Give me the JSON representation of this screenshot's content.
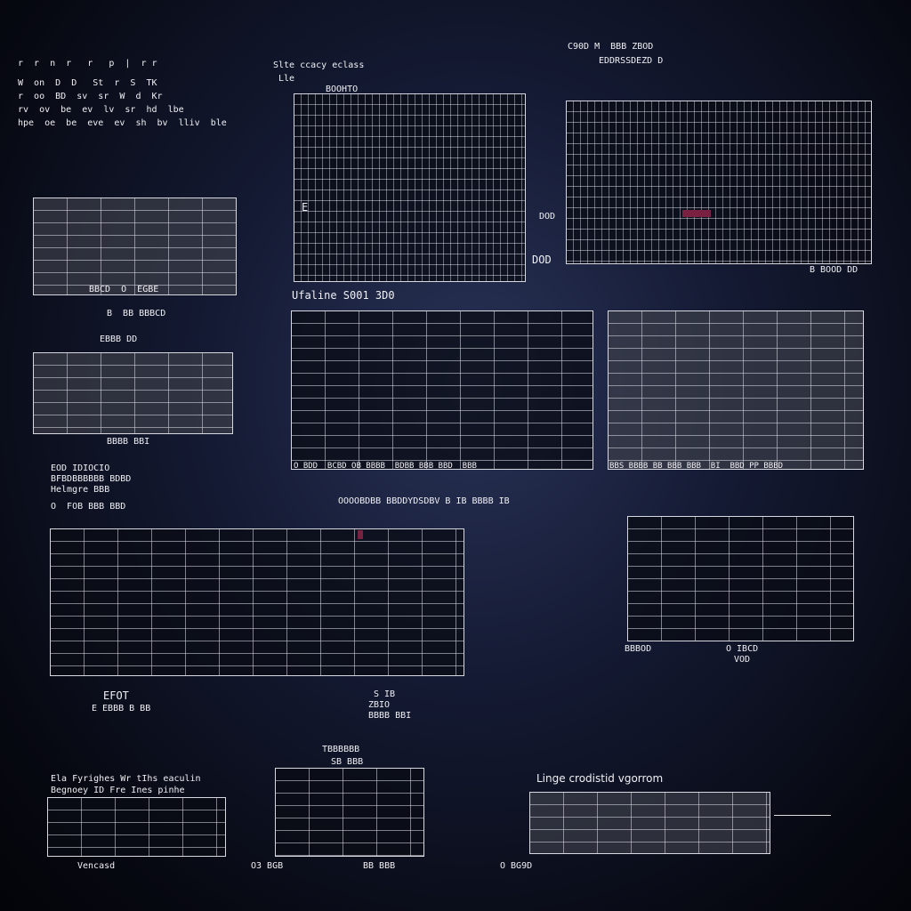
{
  "colors": {
    "background": "#141a33",
    "grid": "#d8d8e0",
    "accent": "#7a2040"
  },
  "top_left": {
    "lines": [
      "r  r  n  r   r   p  |  r r",
      "W  on  D  D   St  r  S  TK",
      "r  oo  BD  sv  sr  W  d  Kr",
      "rv  ov  be  ev  lv  sr  hd  lbe",
      "hpe  oe  be  eve  ev  sh  bv  lliv  ble"
    ]
  },
  "captions": {
    "a_title": "Slte ccacy eclass",
    "a_sub": "Lle",
    "a_head": "BOOHTO",
    "a_side": "E",
    "b_title": "C90D M  BBB ZBOD",
    "b_sub": "EDDRSSDEZD D",
    "b_side1": "DOD",
    "b_side2": "DOD",
    "b_foot": "B BOOD DD",
    "c_foot1": "BBCD  O  EGBE",
    "c_foot2": "B  BB BBBCD",
    "mid_label": "Ufaline S001 3D0",
    "d_title": "EBBB DD",
    "d_foot": "BBBB BBI",
    "e_foot": "O BDD  BCBD OB BBBB  BDBB BBB BBD  BBB",
    "f_foot": "BBS BBBB BB BBB BBB  BI  BBD PP BBBD",
    "left_block": [
      "EOD IDIOCIO",
      "BFBDBBBBBB BDBD",
      "Helmgre BBB",
      "O  FOB BBB BBD"
    ],
    "g_title": "OOOOBDBB BBDDYDSDBV B IB BBBB IB",
    "g_foot1": "EFOT",
    "g_foot2": "E EBBB B BB",
    "g_foot3": "S IB",
    "g_foot4": "ZBIO",
    "g_foot5": "BBBB BBI",
    "h_foot1": "BBBOD",
    "h_foot2": "O IBCD",
    "h_foot3": "VOD",
    "bl_title": "Ela Fyrighes Wr tIhs eaculin",
    "bl_sub": "Begnoey ID Fre Ines pinhe",
    "bl_foot": "Vencasd",
    "bm_title": "TBBBBBB",
    "bm_sub": "SB BBB",
    "bm_foot1": "O3 BGB",
    "bm_foot2": "BB BBB",
    "br_title": "Linge crodistid vgorrom",
    "br_foot": "O BG9D"
  }
}
